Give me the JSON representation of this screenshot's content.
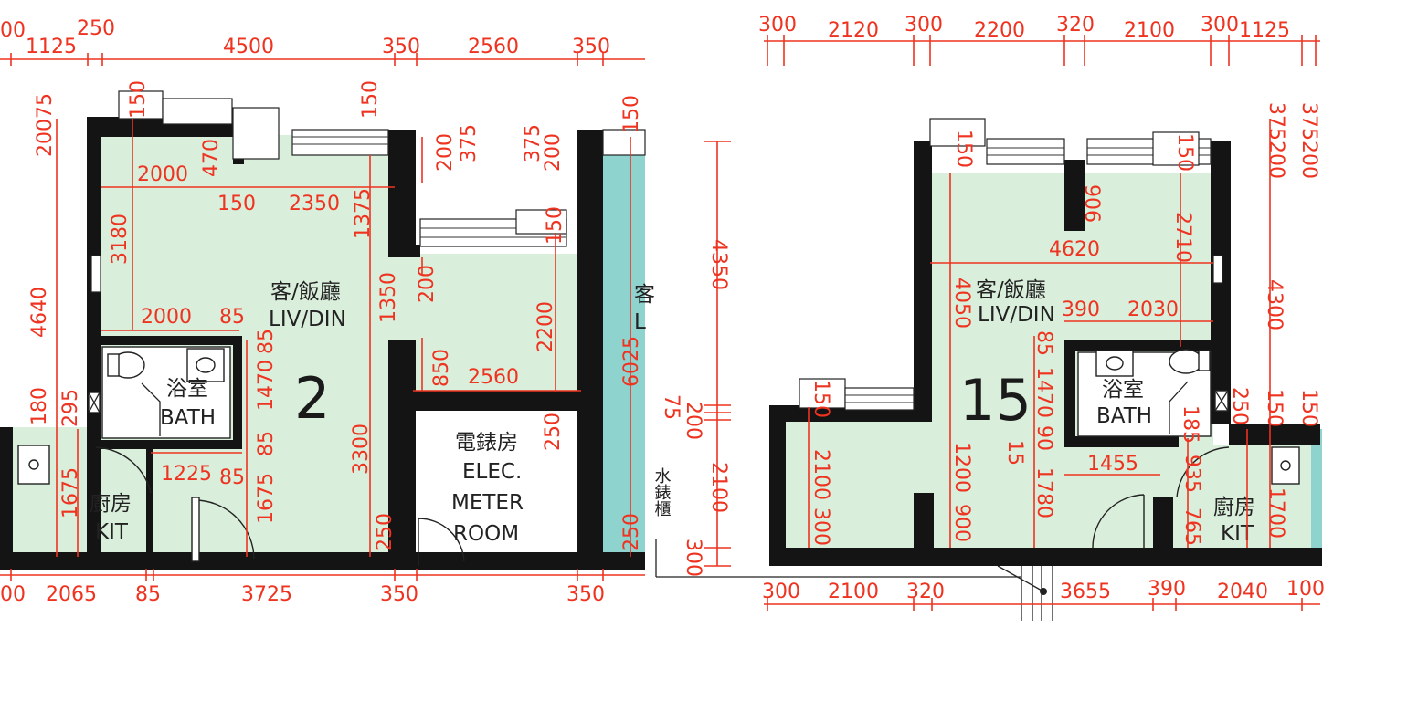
{
  "units": {
    "unit_2": {
      "number": "2",
      "living": {
        "zh": "客/飯廳",
        "en": "LIV/DIN"
      },
      "bath": {
        "zh": "浴室",
        "en": "BATH"
      },
      "kitchen": {
        "zh": "廚房",
        "en": "KIT"
      },
      "meter_room": {
        "zh": "電錶房",
        "en1": "ELEC.",
        "en2": "METER",
        "en3": "ROOM"
      },
      "cut_label": {
        "zh": "客",
        "en": "L"
      }
    },
    "unit_15": {
      "number": "15",
      "living": {
        "zh": "客/飯廳",
        "en": "LIV/DIN"
      },
      "bath": {
        "zh": "浴室",
        "en": "BATH"
      },
      "kitchen": {
        "zh": "廚房",
        "en": "KIT"
      },
      "water_meter": "水錶櫃"
    }
  },
  "dims": {
    "u2_top": [
      "00",
      "1125",
      "250",
      "4500",
      "350",
      "2560",
      "350"
    ],
    "u2_bottom": [
      "00",
      "2065",
      "85",
      "3725",
      "350",
      "350"
    ],
    "u2_left": [
      "20075",
      "4640",
      "180",
      "295",
      "1675"
    ],
    "u2_inner": [
      "150",
      "470",
      "2000",
      "150",
      "2350",
      "150",
      "1375",
      "200",
      "375",
      "375",
      "200",
      "150",
      "3180",
      "150",
      "1350",
      "200",
      "2200",
      "2000",
      "85",
      "85",
      "1470",
      "850",
      "2560",
      "3300",
      "250",
      "85",
      "1225",
      "85",
      "1675",
      "250",
      "6025",
      "250"
    ],
    "u15_top": [
      "300",
      "2120",
      "300",
      "2200",
      "320",
      "2100",
      "300",
      "1125"
    ],
    "u15_bottom": [
      "300",
      "2100",
      "320",
      "3655",
      "390",
      "2040",
      "100"
    ],
    "u15_left": [
      "4350",
      "200",
      "75",
      "2100",
      "300"
    ],
    "u15_right": [
      "375",
      "200",
      "375",
      "200",
      "4300",
      "150",
      "150"
    ],
    "u15_inner": [
      "150",
      "150",
      "906",
      "2710",
      "4620",
      "4050",
      "390",
      "2030",
      "85",
      "1470",
      "250",
      "150",
      "2100",
      "300",
      "1200",
      "900",
      "90",
      "15",
      "185",
      "1455",
      "935",
      "1780",
      "765",
      "1700"
    ]
  }
}
